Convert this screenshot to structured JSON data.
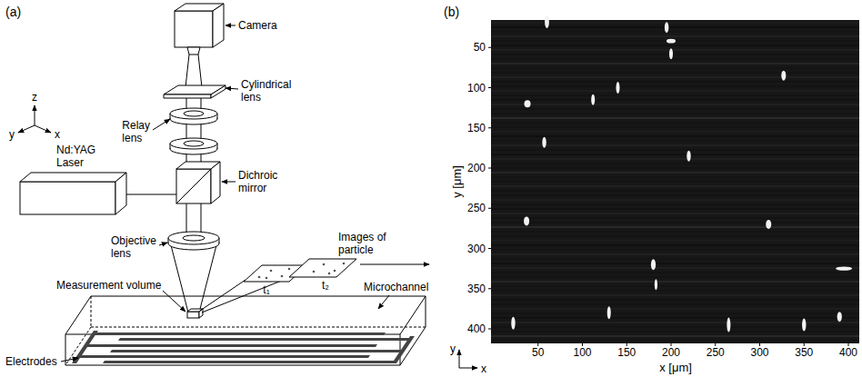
{
  "diagram": {
    "labels": [
      "(a)",
      "(b)",
      "Camera",
      "Cylindrical lens",
      "Relay lens",
      "Nd:YAG Laser",
      "Dichroic mirror",
      "Objective lens",
      "Images of particle",
      "t₁",
      "t₂",
      "Measurement volume",
      "Microchannel",
      "Electrodes",
      "z",
      "y",
      "x",
      "50",
      "100",
      "150",
      "200",
      "250",
      "300",
      "350",
      "400",
      "50",
      "100",
      "150",
      "200",
      "250",
      "300",
      "350",
      "400",
      "y [μm]",
      "x [μm]",
      "y",
      "x"
    ]
  }
}
